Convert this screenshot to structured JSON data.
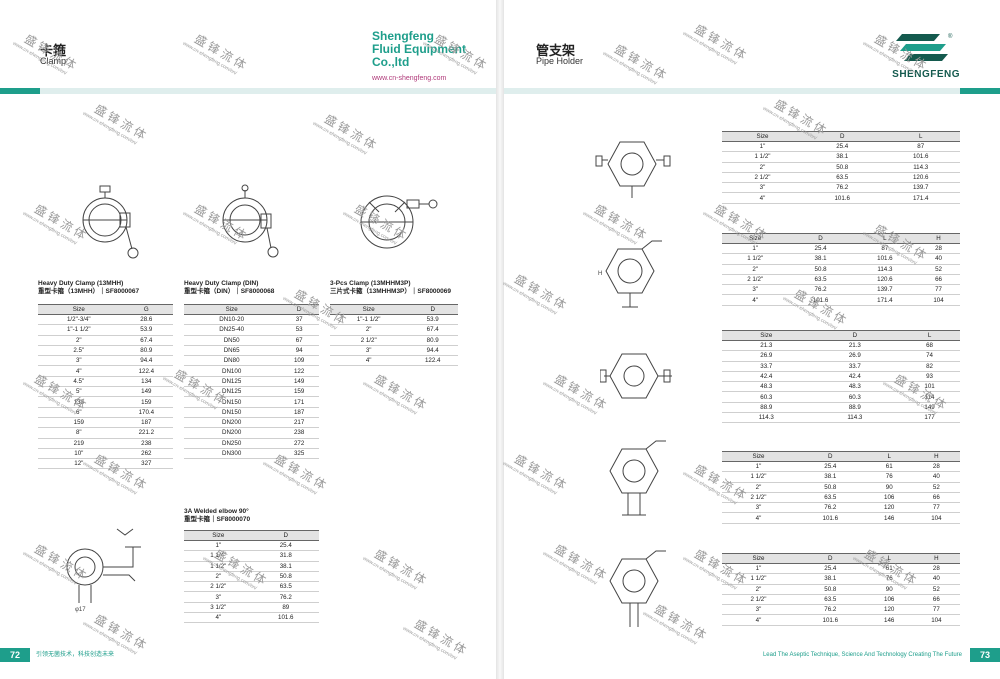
{
  "left_page": {
    "header": {
      "cn": "卡箍",
      "en": "Clamp"
    },
    "brand": {
      "line1": "Shengfeng",
      "line2": "Fluid Equipment",
      "line3": "Co.,ltd",
      "url": "www.cn-shengfeng.com"
    },
    "page_number": "72",
    "footer_slogan": "引领无菌技术，科技创造未来",
    "tables": [
      {
        "caption1": "Heavy Duty Clamp (13MHH)",
        "caption2": "重型卡箍（13MHH）｜SF8000067",
        "headers": [
          "Size",
          "G"
        ],
        "rows": [
          [
            "1/2\"-3/4\"",
            "28.6"
          ],
          [
            "1\"-1 1/2\"",
            "53.9"
          ],
          [
            "2\"",
            "67.4"
          ],
          [
            "2.5\"",
            "80.9"
          ],
          [
            "3\"",
            "94.4"
          ],
          [
            "4\"",
            "122.4"
          ],
          [
            "4.5\"",
            "134"
          ],
          [
            "5\"",
            "149"
          ],
          [
            "133",
            "159"
          ],
          [
            "6\"",
            "170.4"
          ],
          [
            "159",
            "187"
          ],
          [
            "8\"",
            "221.2"
          ],
          [
            "219",
            "238"
          ],
          [
            "10\"",
            "262"
          ],
          [
            "12\"",
            "327"
          ]
        ]
      },
      {
        "caption1": "Heavy Duty Clamp (DIN)",
        "caption2": "重型卡箍（DIN）｜SF8000068",
        "headers": [
          "Size",
          "D"
        ],
        "rows": [
          [
            "DN10-20",
            "37"
          ],
          [
            "DN25-40",
            "53"
          ],
          [
            "DN50",
            "67"
          ],
          [
            "DN65",
            "94"
          ],
          [
            "DN80",
            "109"
          ],
          [
            "DN100",
            "122"
          ],
          [
            "DN125",
            "149"
          ],
          [
            "DN125",
            "159"
          ],
          [
            "DN150",
            "171"
          ],
          [
            "DN150",
            "187"
          ],
          [
            "DN200",
            "217"
          ],
          [
            "DN200",
            "238"
          ],
          [
            "DN250",
            "272"
          ],
          [
            "DN300",
            "325"
          ]
        ]
      },
      {
        "caption1": "3-Pcs Clamp (13MHHM3P)",
        "caption2": "三片式卡箍（13MHHM3P）｜SF8000069",
        "headers": [
          "Size",
          "D"
        ],
        "rows": [
          [
            "1\"-1 1/2\"",
            "53.9"
          ],
          [
            "2\"",
            "67.4"
          ],
          [
            "2 1/2\"",
            "80.9"
          ],
          [
            "3\"",
            "94.4"
          ],
          [
            "4\"",
            "122.4"
          ]
        ]
      },
      {
        "caption1": "3A Welded elbow 90°",
        "caption2": "重型卡箍｜SF8000070",
        "headers": [
          "Size",
          "D"
        ],
        "rows": [
          [
            "1\"",
            "25.4"
          ],
          [
            "1 1/4\"",
            "31.8"
          ],
          [
            "1 1/2\"",
            "38.1"
          ],
          [
            "2\"",
            "50.8"
          ],
          [
            "2 1/2\"",
            "63.5"
          ],
          [
            "3\"",
            "76.2"
          ],
          [
            "3 1/2\"",
            "89"
          ],
          [
            "4\"",
            "101.6"
          ]
        ]
      }
    ]
  },
  "right_page": {
    "header": {
      "cn": "管支架",
      "en": "Pipe Holder"
    },
    "logo_text": "SHENGFENG",
    "page_number": "73",
    "footer_slogan": "Lead The Aseptic Technique, Science And Technology Creating The Future",
    "tables": [
      {
        "headers": [
          "Size",
          "D",
          "L"
        ],
        "rows": [
          [
            "1\"",
            "25.4",
            "87"
          ],
          [
            "1 1/2\"",
            "38.1",
            "101.6"
          ],
          [
            "2\"",
            "50.8",
            "114.3"
          ],
          [
            "2 1/2\"",
            "63.5",
            "120.6"
          ],
          [
            "3\"",
            "76.2",
            "139.7"
          ],
          [
            "4\"",
            "101.6",
            "171.4"
          ]
        ]
      },
      {
        "headers": [
          "Size",
          "D",
          "L",
          "H"
        ],
        "rows": [
          [
            "1\"",
            "25.4",
            "87",
            "28"
          ],
          [
            "1 1/2\"",
            "38.1",
            "101.6",
            "40"
          ],
          [
            "2\"",
            "50.8",
            "114.3",
            "52"
          ],
          [
            "2 1/2\"",
            "63.5",
            "120.6",
            "66"
          ],
          [
            "3\"",
            "76.2",
            "139.7",
            "77"
          ],
          [
            "4\"",
            "101.6",
            "171.4",
            "104"
          ]
        ]
      },
      {
        "headers": [
          "Size",
          "D",
          "L"
        ],
        "rows": [
          [
            "21.3",
            "21.3",
            "68"
          ],
          [
            "26.9",
            "26.9",
            "74"
          ],
          [
            "33.7",
            "33.7",
            "82"
          ],
          [
            "42.4",
            "42.4",
            "93"
          ],
          [
            "48.3",
            "48.3",
            "101"
          ],
          [
            "60.3",
            "60.3",
            "114"
          ],
          [
            "88.9",
            "88.9",
            "149"
          ],
          [
            "114.3",
            "114.3",
            "177"
          ]
        ]
      },
      {
        "headers": [
          "Size",
          "D",
          "L",
          "H"
        ],
        "rows": [
          [
            "1\"",
            "25.4",
            "61",
            "28"
          ],
          [
            "1 1/2\"",
            "38.1",
            "76",
            "40"
          ],
          [
            "2\"",
            "50.8",
            "90",
            "52"
          ],
          [
            "2 1/2\"",
            "63.5",
            "106",
            "66"
          ],
          [
            "3\"",
            "76.2",
            "120",
            "77"
          ],
          [
            "4\"",
            "101.6",
            "146",
            "104"
          ]
        ]
      },
      {
        "headers": [
          "Size",
          "D",
          "L",
          "H"
        ],
        "rows": [
          [
            "1\"",
            "25.4",
            "61",
            "28"
          ],
          [
            "1 1/2\"",
            "38.1",
            "76",
            "40"
          ],
          [
            "2\"",
            "50.8",
            "90",
            "52"
          ],
          [
            "2 1/2\"",
            "63.5",
            "106",
            "66"
          ],
          [
            "3\"",
            "76.2",
            "120",
            "77"
          ],
          [
            "4\"",
            "101.6",
            "146",
            "104"
          ]
        ]
      }
    ]
  },
  "watermark": {
    "cn": "盛锋流体",
    "url": "www.cn-shengfeng.com/en/"
  },
  "colors": {
    "accent": "#1e9e8b",
    "band": "#dfeeed",
    "logo": "#145a4e"
  }
}
